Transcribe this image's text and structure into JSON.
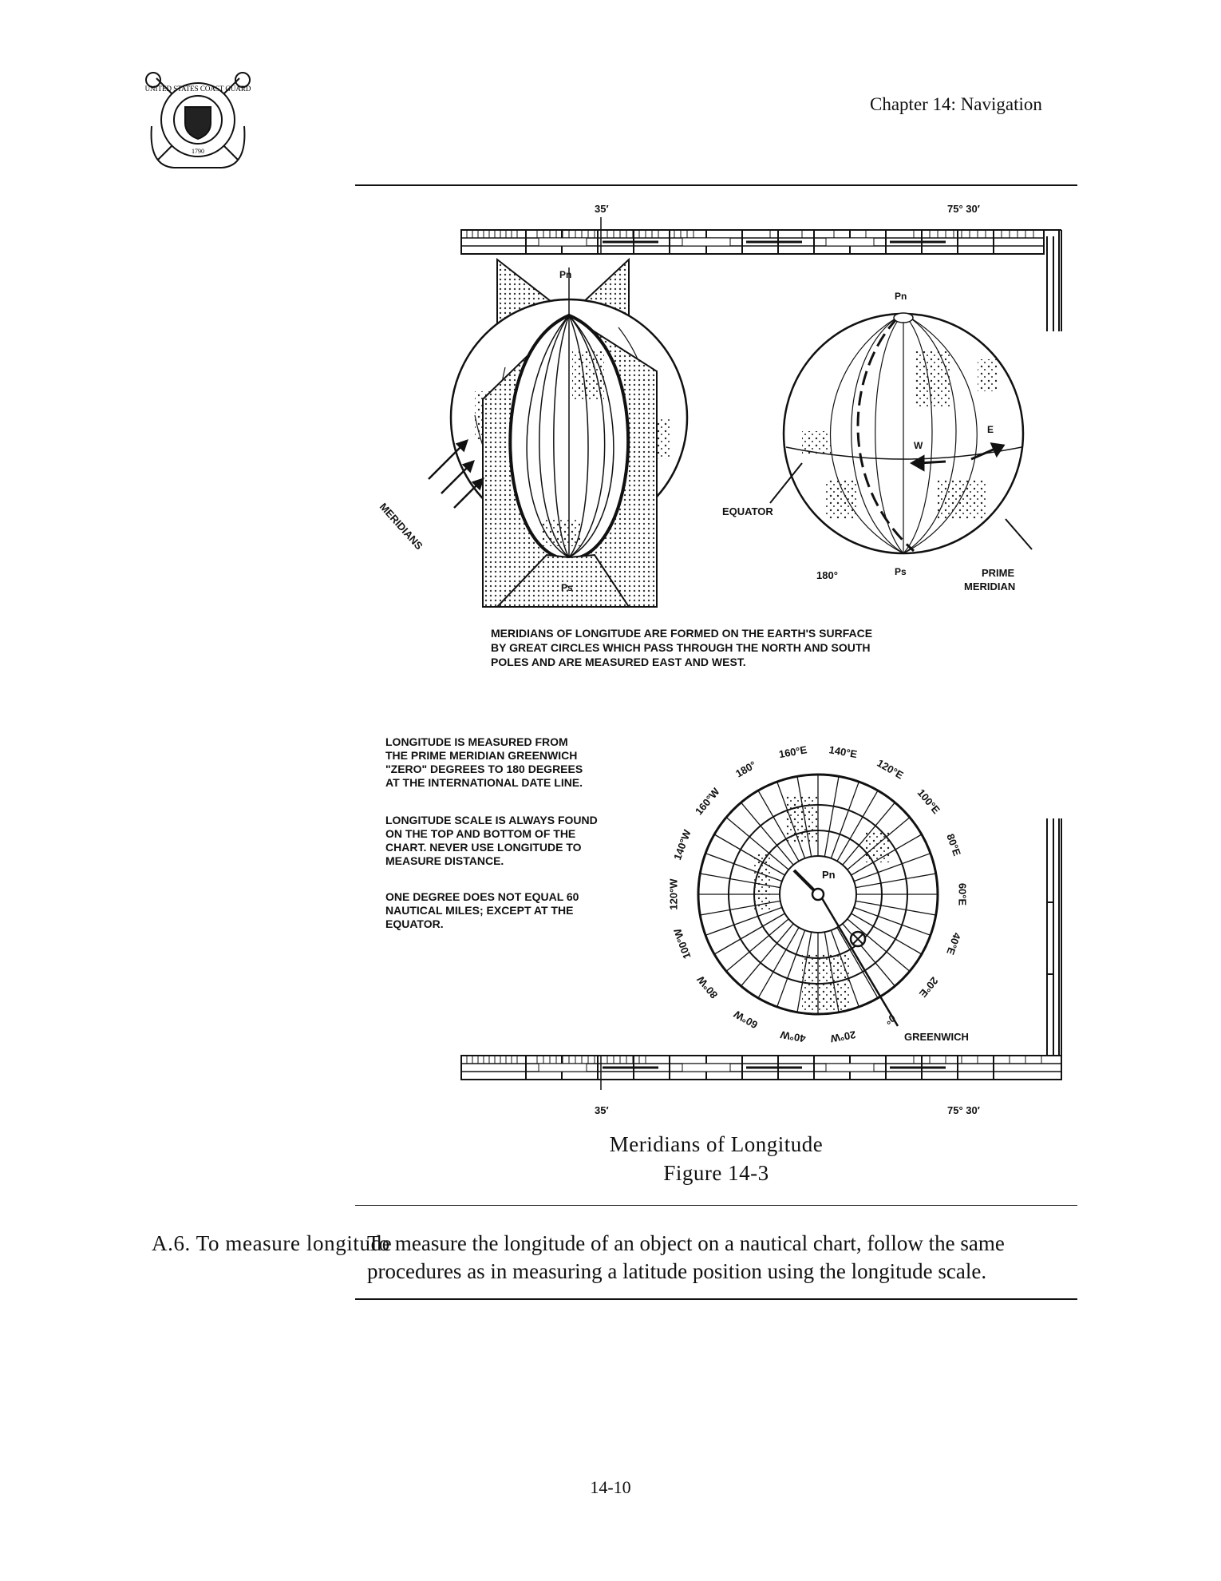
{
  "header": {
    "chapter": "Chapter 14:  Navigation"
  },
  "logo": {
    "ring_text": "UNITED STATES COAST GUARD",
    "year": "1790"
  },
  "figure": {
    "top_scale": {
      "label_left": "35′",
      "label_right": "75° 30′"
    },
    "bottom_scale": {
      "label_left": "35′",
      "label_right": "75° 30′"
    },
    "globe_left": {
      "pole_north": "Pn",
      "pole_south": "Ps",
      "meridians": "MERIDIANS"
    },
    "globe_right": {
      "pole_north": "Pn",
      "pole_south": "Ps",
      "west": "W",
      "east": "E",
      "equator": "EQUATOR",
      "deg180": "180°",
      "prime1": "PRIME",
      "prime2": "MERIDIAN"
    },
    "note1": [
      "MERIDIANS OF LONGITUDE ARE FORMED ON THE EARTH'S SURFACE",
      "BY GREAT CIRCLES WHICH PASS THROUGH THE NORTH AND SOUTH",
      "POLES AND ARE MEASURED EAST AND WEST."
    ],
    "note2": [
      "LONGITUDE IS MEASURED FROM",
      "THE PRIME MERIDIAN GREENWICH",
      "\"ZERO\" DEGREES TO 180 DEGREES",
      "AT THE INTERNATIONAL DATE LINE."
    ],
    "note3": [
      "LONGITUDE SCALE IS ALWAYS FOUND",
      "ON THE TOP AND BOTTOM OF THE",
      "CHART. NEVER USE LONGITUDE TO",
      "MEASURE DISTANCE."
    ],
    "note4": [
      "ONE DEGREE DOES NOT EQUAL 60",
      "NAUTICAL MILES; EXCEPT AT THE",
      "EQUATOR."
    ],
    "polar": {
      "center": "Pn",
      "greenwich": "GREENWICH",
      "labels": [
        "0°",
        "20°E",
        "40°E",
        "60°E",
        "80°E",
        "100°E",
        "120°E",
        "140°E",
        "160°E",
        "180°",
        "160°W",
        "140°W",
        "120°W",
        "100°W",
        "80°W",
        "60°W",
        "40°W",
        "20°W"
      ]
    },
    "caption_title": "Meridians of Longitude",
    "caption_number": "Figure 14-3"
  },
  "section": {
    "label": "A.6.  To measure longitude",
    "text": "To measure the longitude of an object on a nautical chart, follow the same procedures as in measuring a latitude position using the longitude scale."
  },
  "page_number": "14-10"
}
